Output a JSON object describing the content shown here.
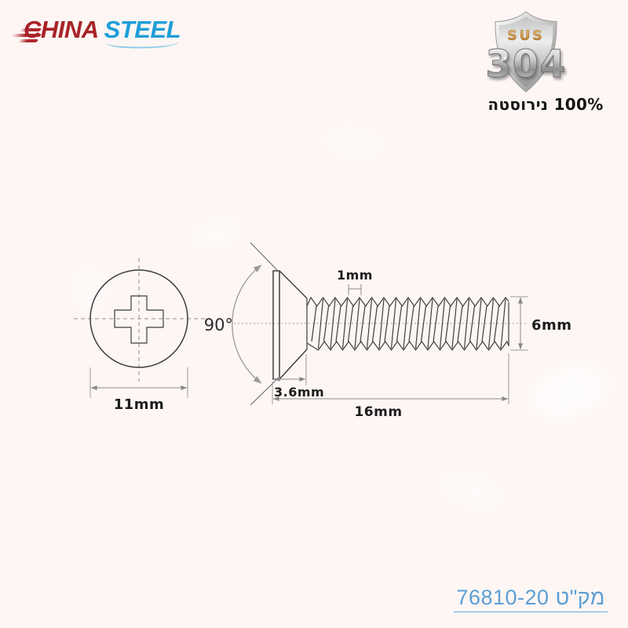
{
  "colors": {
    "background": "#fdf6f4",
    "logo_red": "#a82329",
    "logo_blue": "#1e9ed9",
    "part_number_blue": "#5b9fd6",
    "object_line": "#3e3e3e",
    "dimension_line": "#8a8a8a"
  },
  "logo": {
    "china": "CHINA",
    "steel": "STEEL"
  },
  "badge": {
    "material": "SUS",
    "grade": "304",
    "caption": "100% נירוסטה"
  },
  "drawing": {
    "front_view": {
      "diameter": "11mm"
    },
    "side_view": {
      "countersink_angle": "90°",
      "thread_pitch": "1mm",
      "head_height": "3.6mm",
      "length": "16mm",
      "thread_diameter": "6mm"
    }
  },
  "part_number": {
    "label": "מק\"ט 76810-20"
  }
}
